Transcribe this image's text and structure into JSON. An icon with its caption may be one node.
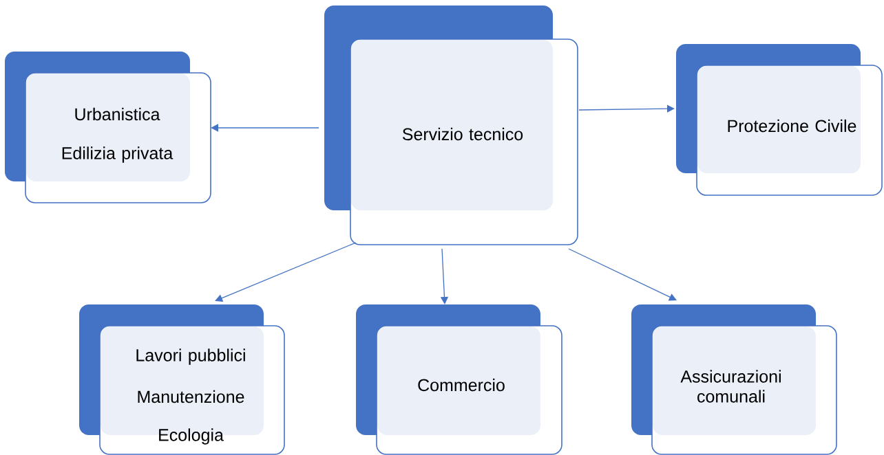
{
  "diagram": {
    "nodes": [
      {
        "text": [
          "Servizio tecnico"
        ]
      },
      {
        "text": [
          "Urbanistica",
          "Edilizia privata"
        ]
      },
      {
        "text": [
          "Protezione Civile"
        ]
      },
      {
        "text": [
          "Lavori pubblici",
          "Manutenzione",
          "Ecologia"
        ]
      },
      {
        "text": [
          "Commercio"
        ]
      },
      {
        "text": [
          "Assicurazioni comunali"
        ]
      }
    ],
    "edges": [
      {
        "from": 0,
        "to": 1,
        "arrow": "to"
      },
      {
        "from": 0,
        "to": 2,
        "arrow": "to"
      },
      {
        "from": 0,
        "to": 3,
        "arrow": "to"
      },
      {
        "from": 0,
        "to": 4,
        "arrow": "to"
      },
      {
        "from": 0,
        "to": 5,
        "arrow": "to"
      }
    ]
  }
}
